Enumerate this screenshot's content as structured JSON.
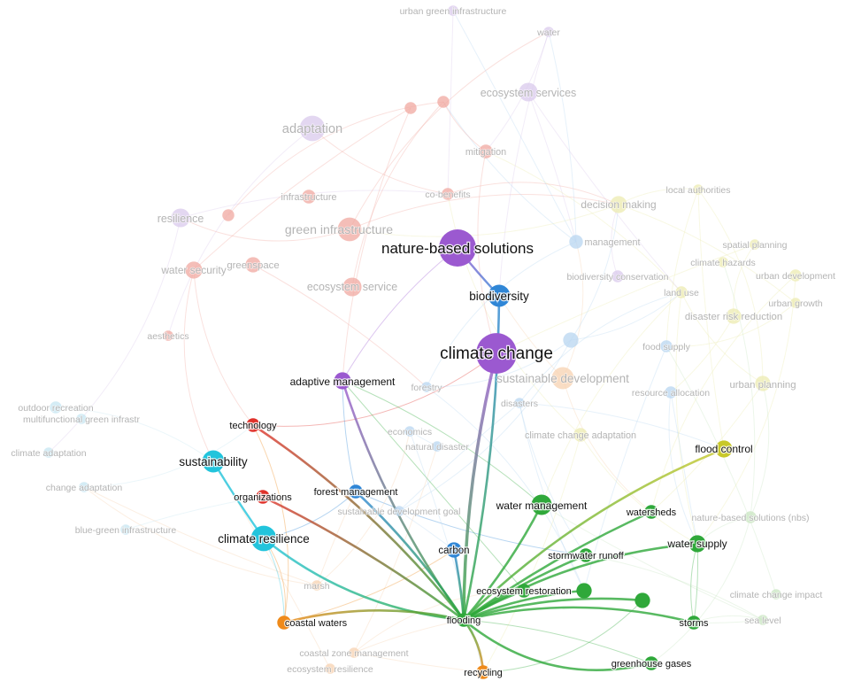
{
  "network": {
    "highlighted_term": "flooding",
    "clusters": {
      "purple": "#9b59d0",
      "blue": "#2f86d6",
      "cyan": "#22c4dc",
      "red": "#e0312a",
      "orange": "#ef8a1a",
      "green": "#2fa83a",
      "yellow": "#c8c82a",
      "pink": "#f0a8a0",
      "lavender": "#d9c9ec",
      "lightblue": "#b8d6f0",
      "lightgreen": "#c9e6c2",
      "lightyellow": "#ecebb0",
      "peach": "#f7d2b0",
      "skyblue": "#c6e6f2"
    },
    "terms": [
      {
        "id": "flooding",
        "label": "flooding",
        "cluster": "green",
        "weight": 6,
        "active": true
      },
      {
        "id": "nature_based_solutions",
        "label": "nature-based solutions",
        "cluster": "purple",
        "weight": 20,
        "active": true
      },
      {
        "id": "climate_change",
        "label": "climate change",
        "cluster": "purple",
        "weight": 22,
        "active": true
      },
      {
        "id": "biodiversity",
        "label": "biodiversity",
        "cluster": "blue",
        "weight": 11,
        "active": true
      },
      {
        "id": "adaptive_management",
        "label": "adaptive management",
        "cluster": "purple",
        "weight": 8,
        "active": true
      },
      {
        "id": "technology",
        "label": "technology",
        "cluster": "red",
        "weight": 6,
        "active": true
      },
      {
        "id": "sustainability",
        "label": "sustainability",
        "cluster": "cyan",
        "weight": 11,
        "active": true
      },
      {
        "id": "organizations",
        "label": "organizations",
        "cluster": "red",
        "weight": 6,
        "active": true
      },
      {
        "id": "forest_management",
        "label": "forest management",
        "cluster": "blue",
        "weight": 6,
        "active": true
      },
      {
        "id": "climate_resilience",
        "label": "climate resilience",
        "cluster": "cyan",
        "weight": 13,
        "active": true
      },
      {
        "id": "carbon",
        "label": "carbon",
        "cluster": "blue",
        "weight": 7,
        "active": true
      },
      {
        "id": "coastal_waters",
        "label": "coastal waters",
        "cluster": "orange",
        "weight": 6,
        "active": true
      },
      {
        "id": "recycling",
        "label": "recycling",
        "cluster": "orange",
        "weight": 6,
        "active": true
      },
      {
        "id": "water_management",
        "label": "water management",
        "cluster": "green",
        "weight": 10,
        "active": true
      },
      {
        "id": "watersheds",
        "label": "watersheds",
        "cluster": "green",
        "weight": 6,
        "active": true
      },
      {
        "id": "flood_control",
        "label": "flood control",
        "cluster": "yellow",
        "weight": 8,
        "active": true
      },
      {
        "id": "water_supply",
        "label": "water supply",
        "cluster": "green",
        "weight": 8,
        "active": true
      },
      {
        "id": "stormwater_runoff",
        "label": "stormwater runoff",
        "cluster": "green",
        "weight": 6,
        "active": true
      },
      {
        "id": "ecosystem_restoration",
        "label": "ecosystem restoration",
        "cluster": "green",
        "weight": 6,
        "active": true
      },
      {
        "id": "green_unlabeled_1",
        "label": "",
        "cluster": "green",
        "weight": 7,
        "active": true
      },
      {
        "id": "green_unlabeled_2",
        "label": "",
        "cluster": "green",
        "weight": 7,
        "active": true
      },
      {
        "id": "storms",
        "label": "storms",
        "cluster": "green",
        "weight": 6,
        "active": true
      },
      {
        "id": "greenhouse_gases",
        "label": "greenhouse gases",
        "cluster": "green",
        "weight": 6,
        "active": true
      },
      {
        "id": "urban_green_infrastructure",
        "label": "urban green infrastructure",
        "cluster": "lavender",
        "weight": 4,
        "active": false
      },
      {
        "id": "water",
        "label": "water",
        "cluster": "lavender",
        "weight": 4,
        "active": false
      },
      {
        "id": "ecosystem_services",
        "label": "ecosystem services",
        "cluster": "lavender",
        "weight": 9,
        "active": false
      },
      {
        "id": "adaptation",
        "label": "adaptation",
        "cluster": "lavender",
        "weight": 13,
        "active": false
      },
      {
        "id": "mitigation",
        "label": "mitigation",
        "cluster": "pink",
        "weight": 6,
        "active": false
      },
      {
        "id": "pink_unlabeled_1",
        "label": "",
        "cluster": "pink",
        "weight": 5,
        "active": false
      },
      {
        "id": "pink_unlabeled_2",
        "label": "",
        "cluster": "pink",
        "weight": 5,
        "active": false
      },
      {
        "id": "infrastructure",
        "label": "infrastructure",
        "cluster": "pink",
        "weight": 6,
        "active": false
      },
      {
        "id": "co_benefits",
        "label": "co-benefits",
        "cluster": "pink",
        "weight": 5,
        "active": false
      },
      {
        "id": "resilience",
        "label": "resilience",
        "cluster": "lavender",
        "weight": 9,
        "active": false
      },
      {
        "id": "pink_unlabeled_3",
        "label": "",
        "cluster": "pink",
        "weight": 5,
        "active": false
      },
      {
        "id": "green_infrastructure",
        "label": "green infrastructure",
        "cluster": "pink",
        "weight": 12,
        "active": false
      },
      {
        "id": "water_security",
        "label": "water security",
        "cluster": "pink",
        "weight": 8,
        "active": false
      },
      {
        "id": "greenspace",
        "label": "greenspace",
        "cluster": "pink",
        "weight": 7,
        "active": false
      },
      {
        "id": "ecosystem_service",
        "label": "ecosystem service",
        "cluster": "pink",
        "weight": 9,
        "active": false
      },
      {
        "id": "aesthetics",
        "label": "aesthetics",
        "cluster": "pink",
        "weight": 4,
        "active": false
      },
      {
        "id": "decision_making",
        "label": "decision making",
        "cluster": "lightyellow",
        "weight": 8,
        "active": false
      },
      {
        "id": "local_authorities",
        "label": "local authorities",
        "cluster": "lightyellow",
        "weight": 4,
        "active": false
      },
      {
        "id": "management",
        "label": "management",
        "cluster": "lightblue",
        "weight": 6,
        "active": false
      },
      {
        "id": "spatial_planning",
        "label": "spatial planning",
        "cluster": "lightyellow",
        "weight": 4,
        "active": false
      },
      {
        "id": "climate_hazards",
        "label": "climate hazards",
        "cluster": "lightyellow",
        "weight": 4,
        "active": false
      },
      {
        "id": "urban_development",
        "label": "urban development",
        "cluster": "lightyellow",
        "weight": 5,
        "active": false
      },
      {
        "id": "biodiversity_conservation",
        "label": "biodiversity conservation",
        "cluster": "lavender",
        "weight": 5,
        "active": false
      },
      {
        "id": "land_use",
        "label": "land use",
        "cluster": "lightyellow",
        "weight": 5,
        "active": false
      },
      {
        "id": "urban_growth",
        "label": "urban growth",
        "cluster": "lightyellow",
        "weight": 4,
        "active": false
      },
      {
        "id": "disaster_risk_reduction",
        "label": "disaster risk reduction",
        "cluster": "lightyellow",
        "weight": 7,
        "active": false
      },
      {
        "id": "blue_unlabeled_1",
        "label": "",
        "cluster": "lightblue",
        "weight": 7,
        "active": false
      },
      {
        "id": "food_supply",
        "label": "food supply",
        "cluster": "lightblue",
        "weight": 5,
        "active": false
      },
      {
        "id": "sustainable_development",
        "label": "sustainable development",
        "cluster": "peach",
        "weight": 11,
        "active": false
      },
      {
        "id": "resource_allocation",
        "label": "resource allocation",
        "cluster": "lightblue",
        "weight": 5,
        "active": false
      },
      {
        "id": "urban_planning",
        "label": "urban planning",
        "cluster": "lightyellow",
        "weight": 7,
        "active": false
      },
      {
        "id": "forestry",
        "label": "forestry",
        "cluster": "lightblue",
        "weight": 4,
        "active": false
      },
      {
        "id": "disasters",
        "label": "disasters",
        "cluster": "lightblue",
        "weight": 4,
        "active": false
      },
      {
        "id": "economics",
        "label": "economics",
        "cluster": "lightblue",
        "weight": 4,
        "active": false
      },
      {
        "id": "natural_disaster",
        "label": "natural disaster",
        "cluster": "lightblue",
        "weight": 4,
        "active": false
      },
      {
        "id": "climate_change_adaptation",
        "label": "climate change adaptation",
        "cluster": "lightyellow",
        "weight": 6,
        "active": false
      },
      {
        "id": "outdoor_recreation",
        "label": "outdoor recreation",
        "cluster": "skyblue",
        "weight": 5,
        "active": false
      },
      {
        "id": "multifunctional_green_infrastr",
        "label": "multifunctional green infrastr",
        "cluster": "skyblue",
        "weight": 4,
        "active": false
      },
      {
        "id": "climate_adaptation",
        "label": "climate adaptation",
        "cluster": "skyblue",
        "weight": 4,
        "active": false
      },
      {
        "id": "change_adaptation",
        "label": "change adaptation",
        "cluster": "skyblue",
        "weight": 4,
        "active": false
      },
      {
        "id": "blue_green_infrastructure",
        "label": "blue-green infrastructure",
        "cluster": "skyblue",
        "weight": 4,
        "active": false
      },
      {
        "id": "sustainable_development_goal",
        "label": "sustainable development goal",
        "cluster": "lightblue",
        "weight": 4,
        "active": false
      },
      {
        "id": "nature_based_solutions_nbs",
        "label": "nature-based solutions (nbs)",
        "cluster": "lightgreen",
        "weight": 5,
        "active": false
      },
      {
        "id": "climate_change_impact",
        "label": "climate change impact",
        "cluster": "lightgreen",
        "weight": 4,
        "active": false
      },
      {
        "id": "sea_level",
        "label": "sea level",
        "cluster": "lightgreen",
        "weight": 4,
        "active": false
      },
      {
        "id": "marsh",
        "label": "marsh",
        "cluster": "peach",
        "weight": 4,
        "active": false
      },
      {
        "id": "coastal_zone_management",
        "label": "coastal zone management",
        "cluster": "peach",
        "weight": 4,
        "active": false
      },
      {
        "id": "ecosystem_resilience",
        "label": "ecosystem resilience",
        "cluster": "peach",
        "weight": 4,
        "active": false
      }
    ],
    "links": [
      [
        "flooding",
        "climate_change"
      ],
      [
        "flooding",
        "biodiversity"
      ],
      [
        "flooding",
        "adaptive_management"
      ],
      [
        "flooding",
        "technology"
      ],
      [
        "flooding",
        "organizations"
      ],
      [
        "flooding",
        "forest_management"
      ],
      [
        "flooding",
        "climate_resilience"
      ],
      [
        "flooding",
        "carbon"
      ],
      [
        "flooding",
        "coastal_waters"
      ],
      [
        "flooding",
        "recycling"
      ],
      [
        "flooding",
        "water_management"
      ],
      [
        "flooding",
        "watersheds"
      ],
      [
        "flooding",
        "flood_control"
      ],
      [
        "flooding",
        "water_supply"
      ],
      [
        "flooding",
        "stormwater_runoff"
      ],
      [
        "flooding",
        "ecosystem_restoration"
      ],
      [
        "flooding",
        "green_unlabeled_1"
      ],
      [
        "flooding",
        "green_unlabeled_2"
      ],
      [
        "flooding",
        "storms"
      ],
      [
        "flooding",
        "greenhouse_gases"
      ],
      [
        "nature_based_solutions",
        "biodiversity"
      ],
      [
        "sustainability",
        "climate_resilience"
      ]
    ]
  }
}
